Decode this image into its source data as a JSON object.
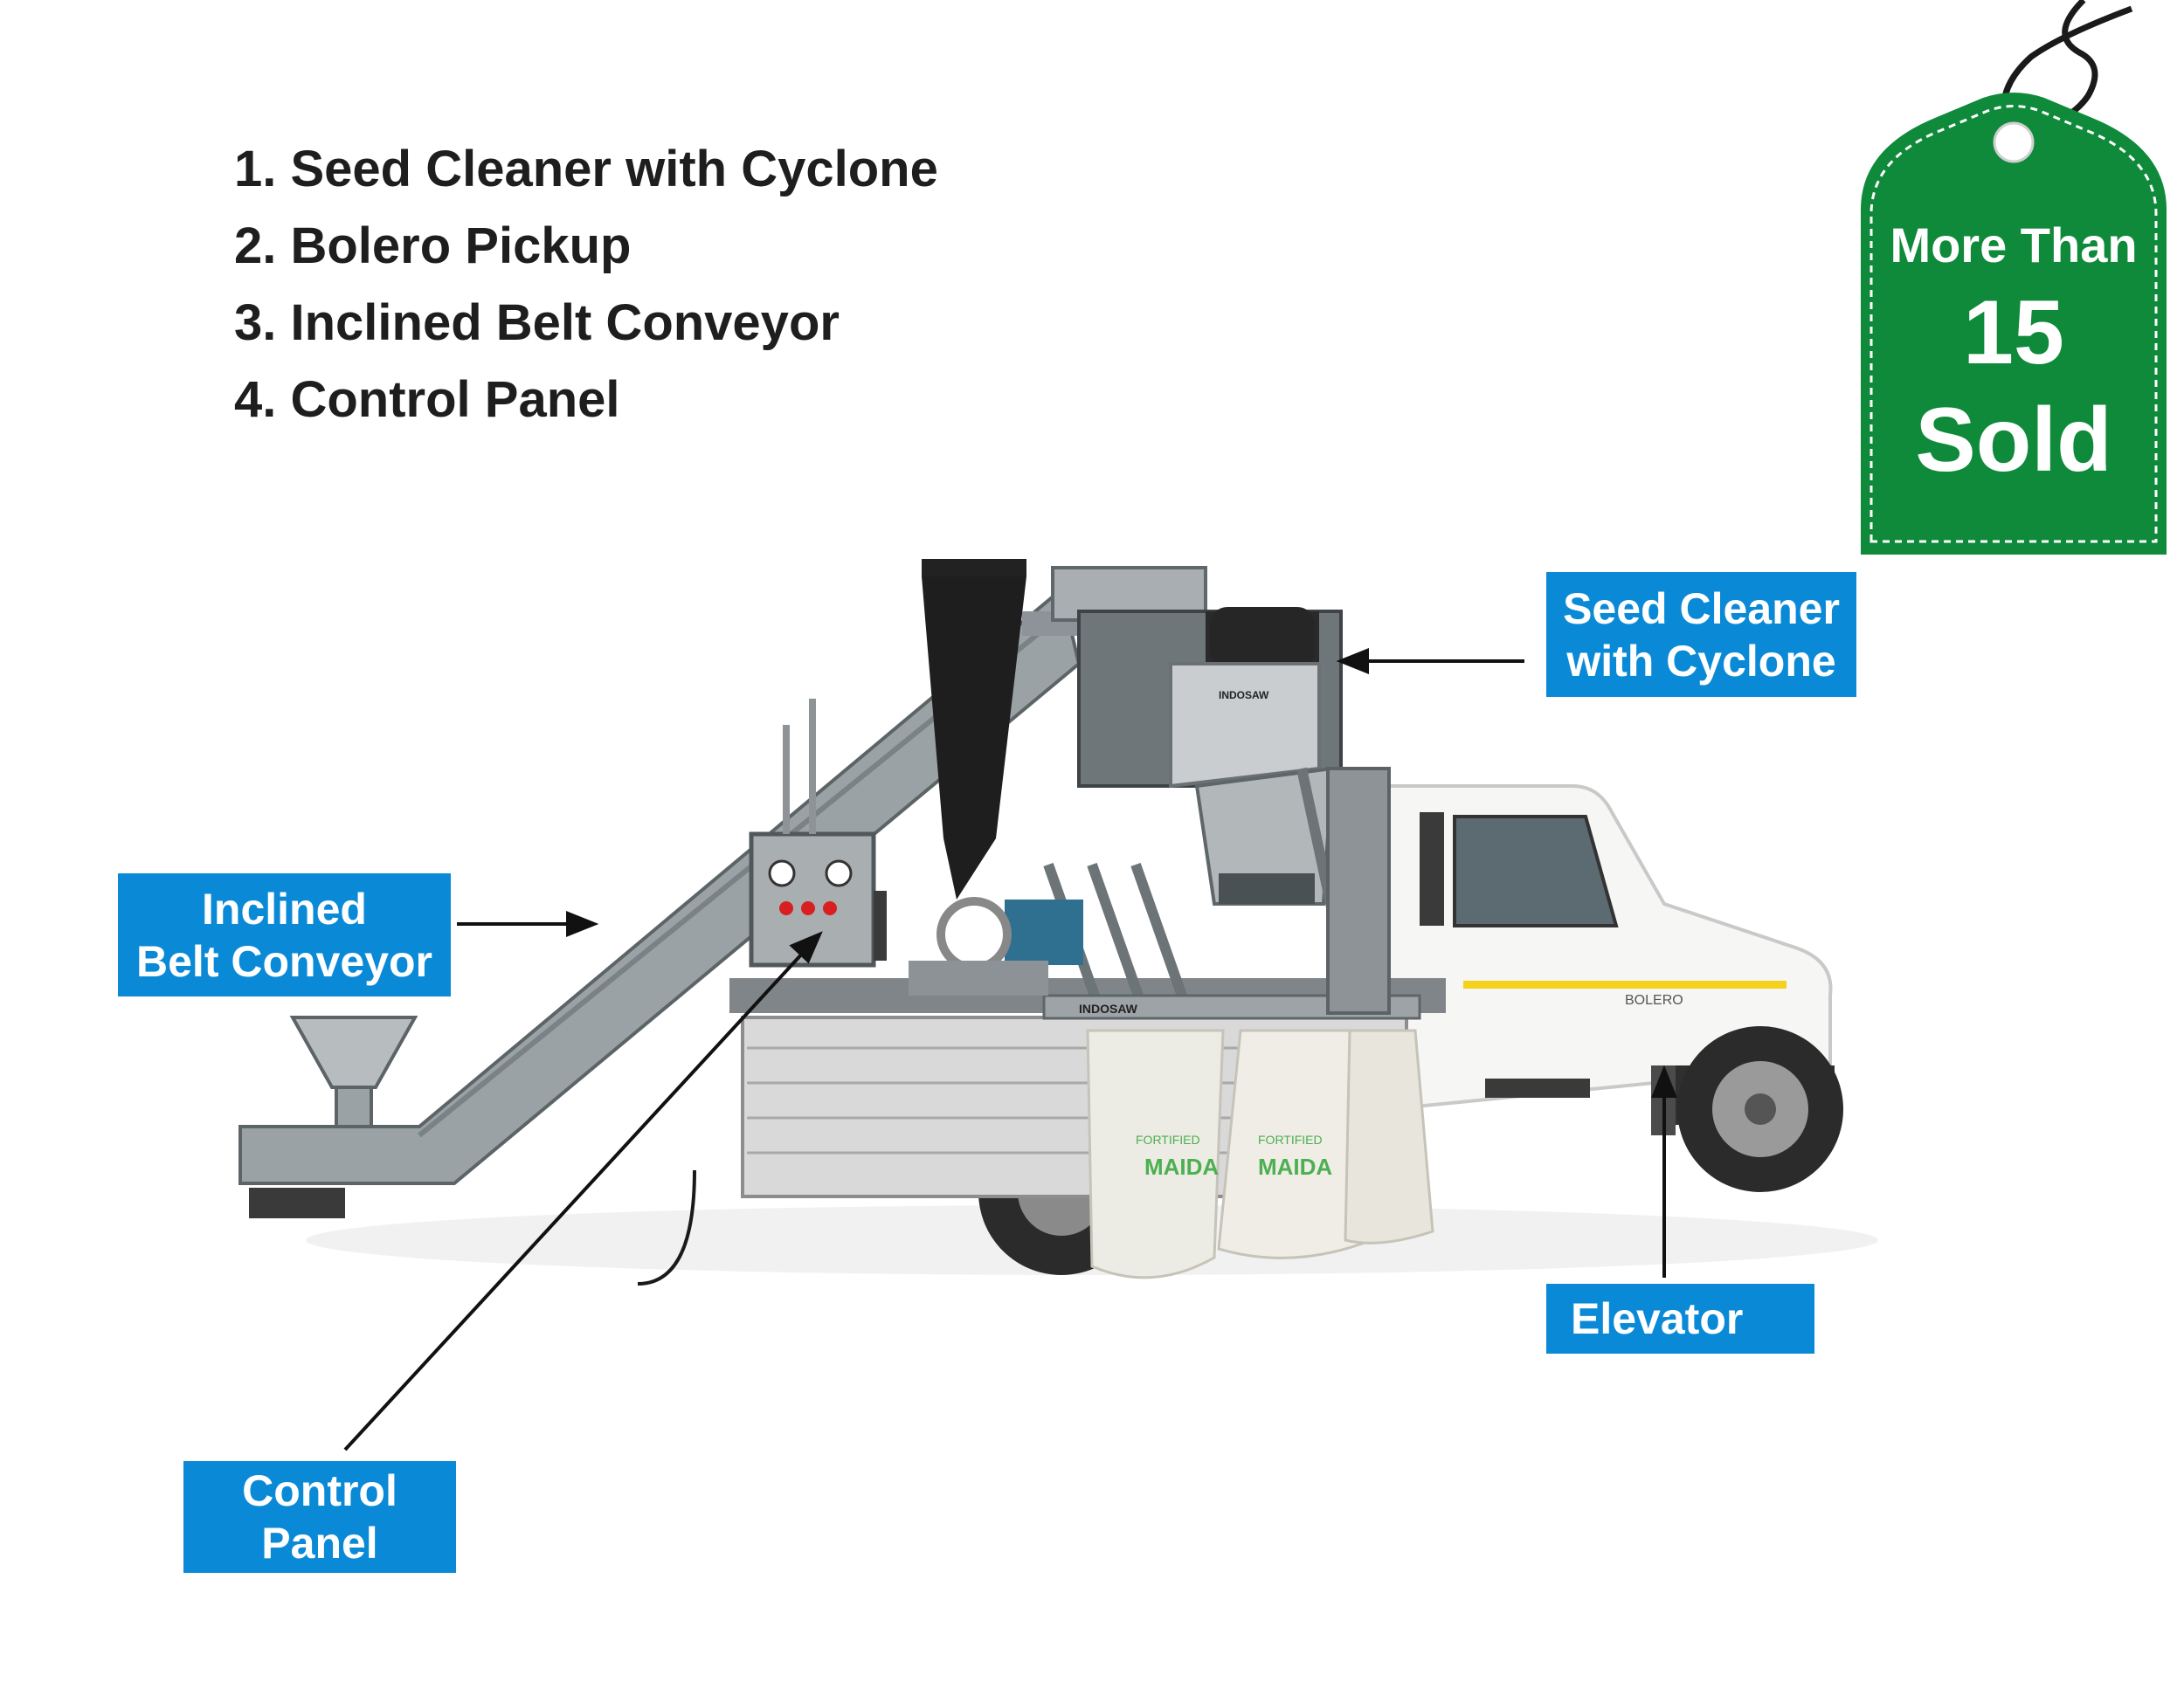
{
  "features": [
    "1. Seed Cleaner with Cyclone",
    "2. Bolero Pickup",
    "3. Inclined Belt Conveyor",
    "4. Control Panel"
  ],
  "badge": {
    "line1": "More Than",
    "number": "15",
    "line3": "Sold",
    "color": "#0f8a3a"
  },
  "callouts": {
    "seed_cleaner": [
      "Seed Cleaner",
      "with Cyclone"
    ],
    "inclined_belt": [
      "Inclined",
      "Belt Conveyor"
    ],
    "elevator": [
      "Elevator"
    ],
    "control_panel": [
      "Control",
      "Panel"
    ],
    "color": "#0a8ad6"
  },
  "photo": {
    "vehicle_brand": "BOLERO",
    "machine_brand": "INDOSAW",
    "bag_text": [
      "FORTIFIED",
      "MAIDA"
    ]
  }
}
